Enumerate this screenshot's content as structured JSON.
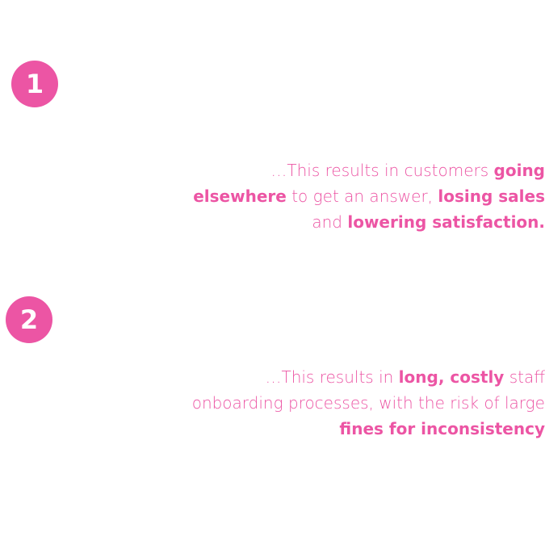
{
  "badges": [
    "1",
    "2"
  ],
  "statements": [
    {
      "lines": [
        [
          {
            "text": "…This results in customers ",
            "bold": false
          },
          {
            "text": "going",
            "bold": true
          }
        ],
        [
          {
            "text": "elsewhere",
            "bold": true
          },
          {
            "text": " to get an answer, ",
            "bold": false
          },
          {
            "text": "losing sales",
            "bold": true
          }
        ],
        [
          {
            "text": "and ",
            "bold": false
          },
          {
            "text": "lowering satisfaction.",
            "bold": true
          }
        ]
      ]
    },
    {
      "lines": [
        [
          {
            "text": "…This results in ",
            "bold": false
          },
          {
            "text": "long, costly",
            "bold": true
          },
          {
            "text": " staff",
            "bold": false
          }
        ],
        [
          {
            "text": "onboarding processes, with the risk of large",
            "bold": false
          }
        ],
        [
          {
            "text": "fines for inconsistency",
            "bold": true
          }
        ]
      ]
    }
  ],
  "colors": {
    "accent": "#ec55a4",
    "background": "#ffffff"
  }
}
